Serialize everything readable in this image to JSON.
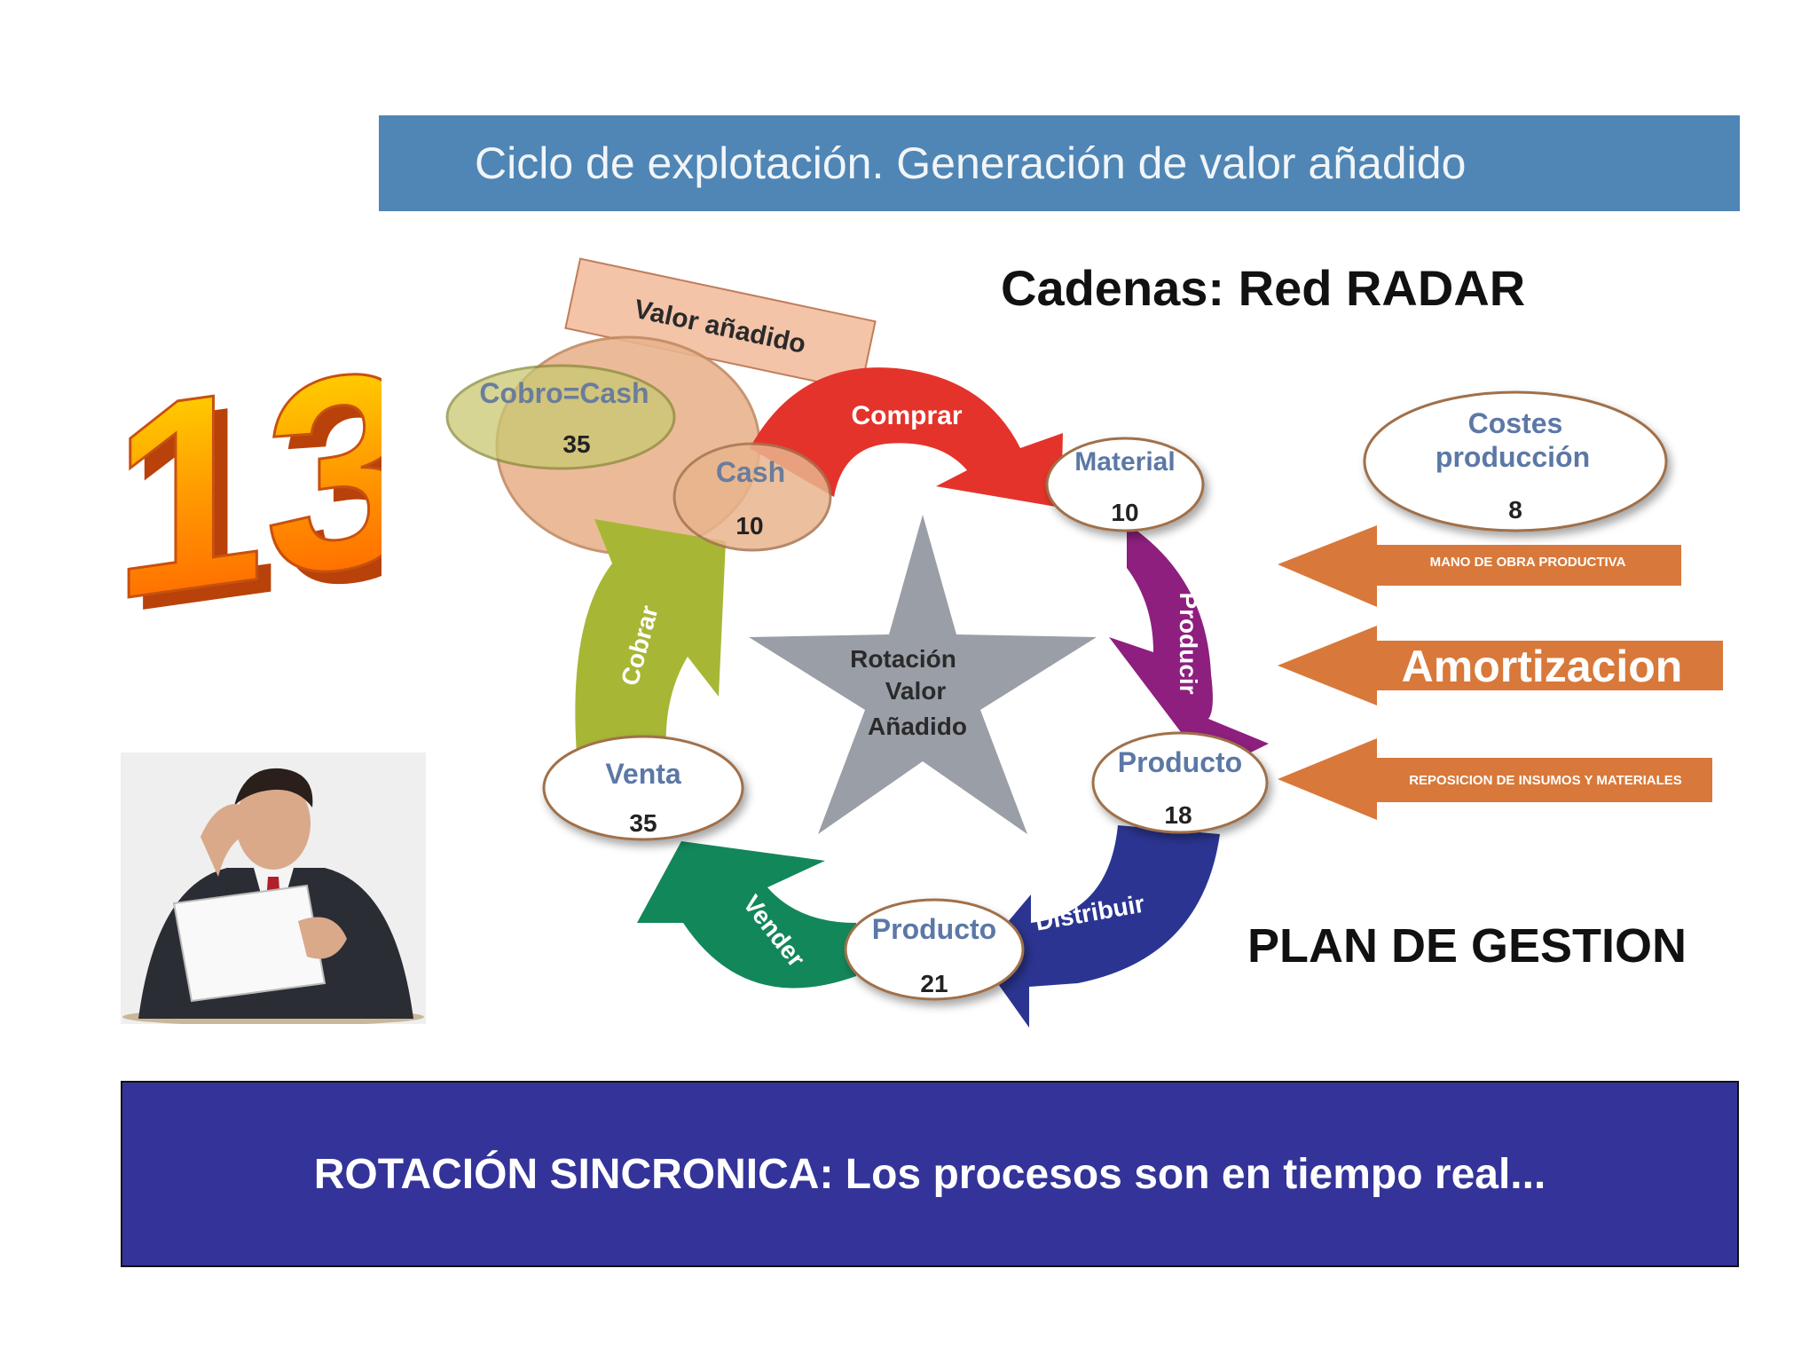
{
  "header": {
    "title": "Ciclo de explotación. Generación de valor añadido"
  },
  "diagram": {
    "subtitle": "Cadenas: Red RADAR",
    "plan": "PLAN DE GESTION",
    "slide_number": "13",
    "valor_tag": "Valor añadido",
    "cobro": {
      "label": "Cobro=Cash",
      "value": "35"
    },
    "cash": {
      "label": "Cash",
      "value": "10"
    },
    "material": {
      "label": "Material",
      "value": "10"
    },
    "producto1": {
      "label": "Producto",
      "value": "18"
    },
    "producto2": {
      "label": "Producto",
      "value": "21"
    },
    "venta": {
      "label": "Venta",
      "value": "35"
    },
    "costes": {
      "label1": "Costes",
      "label2": "producción",
      "value": "8"
    },
    "arrows": {
      "comprar": "Comprar",
      "producir": "Producir",
      "distribuir": "Distribuir",
      "vender": "Vender",
      "cobrar": "Cobrar"
    },
    "star": {
      "line1": "Rotación",
      "line2": "Valor",
      "line3": "Añadido"
    },
    "inputs": {
      "mano": "MANO DE OBRA PRODUCTIVA",
      "amortizacion": "Amortizacion",
      "reposicion": "REPOSICION DE INSUMOS Y MATERIALES"
    },
    "colors": {
      "comprar": "#e4332b",
      "producir": "#8e1f7e",
      "distribuir": "#2b3591",
      "vender": "#12875a",
      "cobrar": "#a8b636",
      "inputs": "#d8783a"
    }
  },
  "footer": {
    "text": "ROTACIÓN SINCRONICA: Los procesos son en tiempo real..."
  }
}
